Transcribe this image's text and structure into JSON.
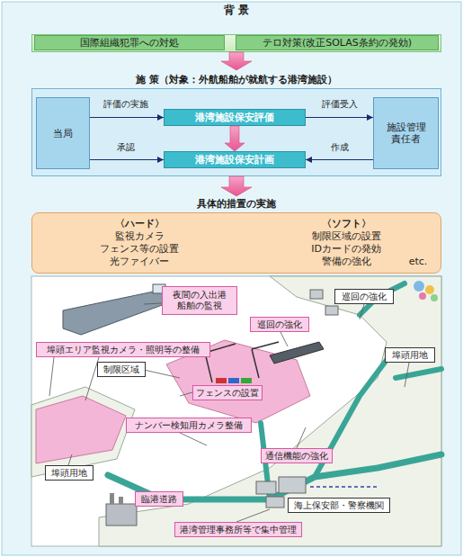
{
  "diagram": {
    "nodes": [
      {
        "text": [
          "背 景"
        ]
      },
      {
        "text": [
          "国際組織犯罪への対処"
        ],
        "in": 0
      },
      {
        "text": [
          "テロ対策(改正SOLAS条約の発効)"
        ],
        "in": 0
      },
      {
        "text": [
          "施 策（対象：外航船舶が就航する港湾施設）"
        ]
      },
      {
        "text": [
          "当局"
        ],
        "in": 3
      },
      {
        "text": [
          "港湾施設保安評価"
        ],
        "in": 3
      },
      {
        "text": [
          "施設管理責任者"
        ],
        "in": 3
      },
      {
        "text": [
          "港湾施設保安計画"
        ],
        "in": 3
      },
      {
        "text": [
          "具体的措置の実施",
          "〈ハード〉",
          "監視カメラ",
          "フェンス等の設置",
          "光ファイバー",
          "〈ソフト〉",
          "制限区域の設置",
          "IDカードの発効",
          "警備の強化",
          "etc."
        ]
      },
      {
        "text": [
          "夜間の入出港船舶の監視"
        ]
      },
      {
        "text": [
          "巡回の強化"
        ]
      },
      {
        "text": [
          "巡回の強化"
        ]
      },
      {
        "text": [
          "埠頭エリア監視カメラ・照明等の整備"
        ]
      },
      {
        "text": [
          "埠頭用地"
        ]
      },
      {
        "text": [
          "制限区域"
        ]
      },
      {
        "text": [
          "フェンスの設置"
        ]
      },
      {
        "text": [
          "ナンバー検知用カメラ整備"
        ]
      },
      {
        "text": [
          "通信機能の強化"
        ]
      },
      {
        "text": [
          "埠頭用地"
        ]
      },
      {
        "text": [
          "臨港道路"
        ]
      },
      {
        "text": [
          "海上保安部・警察機関"
        ]
      },
      {
        "text": [
          "港湾管理事務所等で集中管理"
        ]
      }
    ],
    "edges": [
      {
        "from": 0,
        "to": 3,
        "arrow": "to"
      },
      {
        "from": 4,
        "to": 5,
        "label": "評価の実施",
        "arrow": "to"
      },
      {
        "from": 5,
        "to": 6,
        "label": "評価受入",
        "arrow": "to"
      },
      {
        "from": 5,
        "to": 7,
        "arrow": "to"
      },
      {
        "from": 4,
        "to": 7,
        "label": "承認",
        "arrow": "to"
      },
      {
        "from": 6,
        "to": 7,
        "label": "作成",
        "arrow": "to"
      },
      {
        "from": 3,
        "to": 8,
        "arrow": "to"
      }
    ]
  }
}
